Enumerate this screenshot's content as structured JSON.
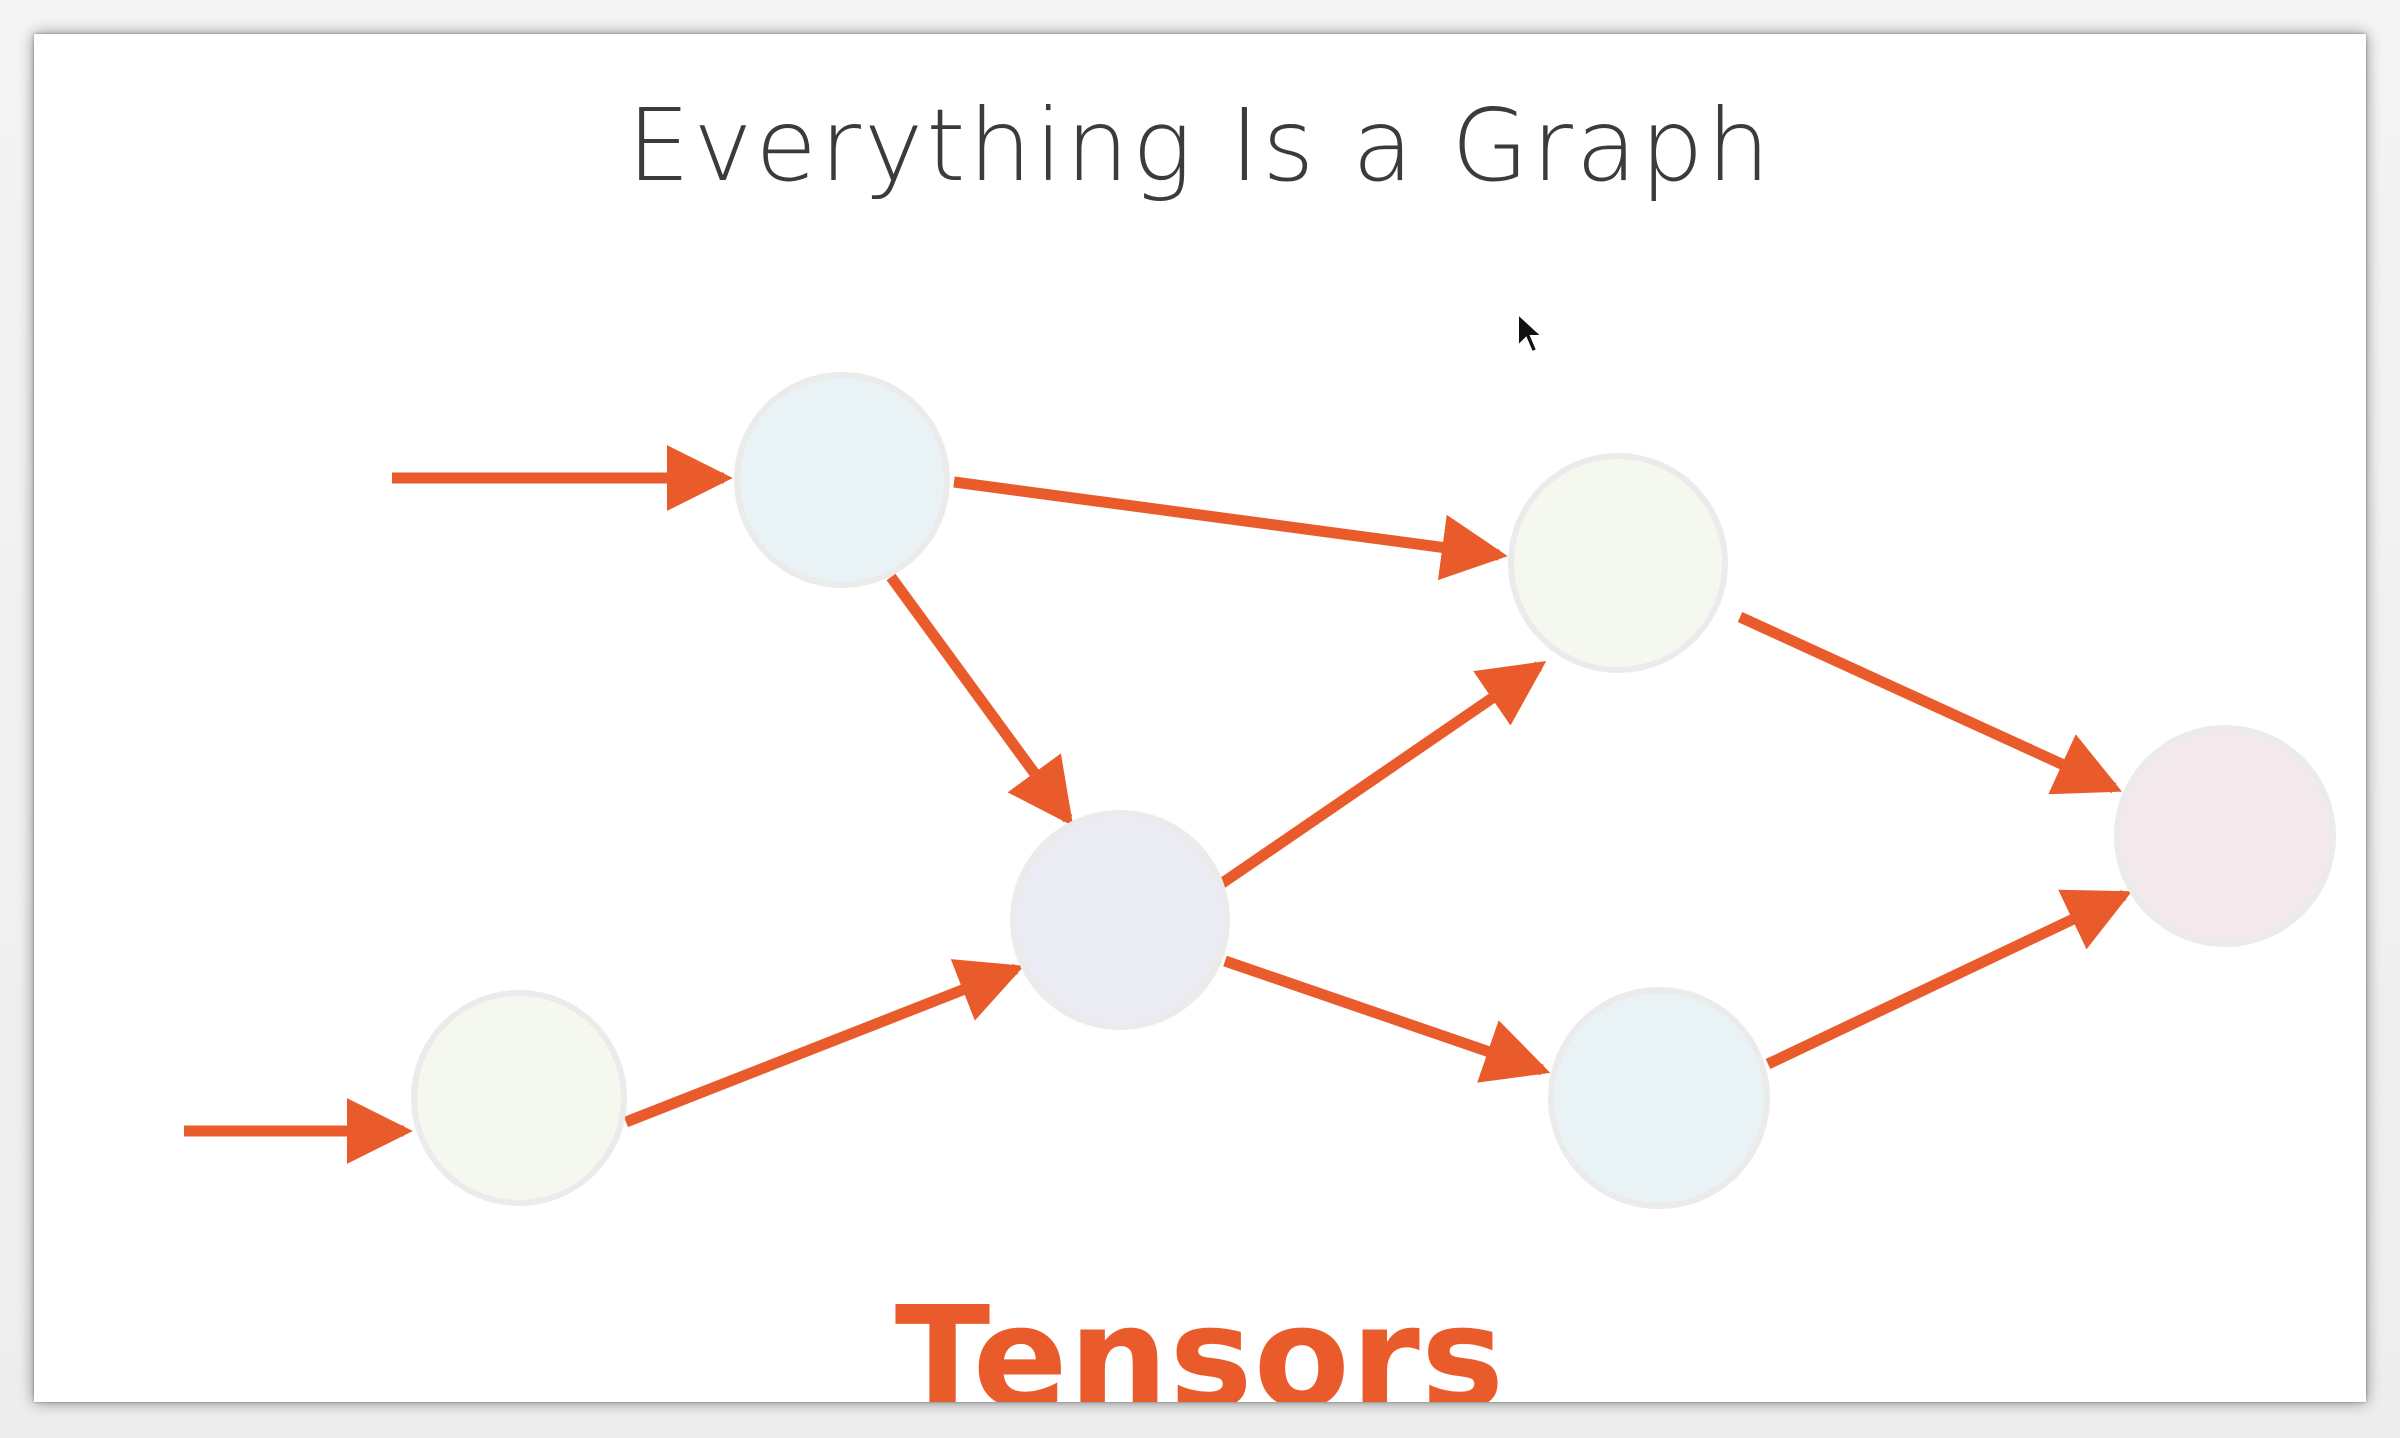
{
  "slide": {
    "title": "Everything Is a Graph",
    "caption": "Tensors"
  },
  "colors": {
    "edge": "#ea5b2c",
    "node_border": "#ebebeb",
    "node_fill_blue": "#e9f2f4",
    "node_fill_green": "#f5f8ee",
    "node_fill_lavender": "#ebebf3",
    "node_fill_pink": "#f3e9ec",
    "title_text": "#3b3b3b"
  },
  "diagram": {
    "nodes": [
      {
        "id": "n1",
        "fill": "node_fill_blue"
      },
      {
        "id": "n2",
        "fill": "node_fill_green"
      },
      {
        "id": "n3",
        "fill": "node_fill_lavender"
      },
      {
        "id": "n4",
        "fill": "node_fill_green"
      },
      {
        "id": "n5",
        "fill": "node_fill_blue"
      },
      {
        "id": "n6",
        "fill": "node_fill_pink"
      }
    ],
    "edges": [
      {
        "from": "input",
        "to": "n1"
      },
      {
        "from": "input",
        "to": "n2"
      },
      {
        "from": "n1",
        "to": "n4"
      },
      {
        "from": "n1",
        "to": "n3"
      },
      {
        "from": "n2",
        "to": "n3"
      },
      {
        "from": "n3",
        "to": "n4"
      },
      {
        "from": "n3",
        "to": "n5"
      },
      {
        "from": "n4",
        "to": "n6"
      },
      {
        "from": "n5",
        "to": "n6"
      }
    ]
  },
  "cursor_icon": "mouse-pointer-icon"
}
